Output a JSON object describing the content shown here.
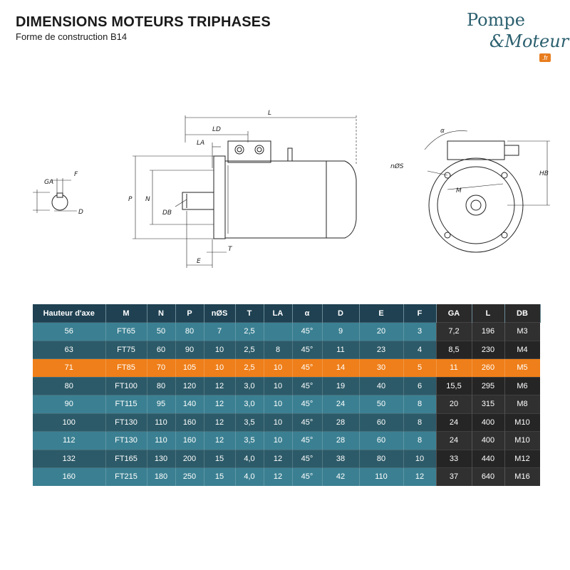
{
  "header": {
    "title": "DIMENSIONS MOTEURS TRIPHASES",
    "subtitle": "Forme de construction B14"
  },
  "logo": {
    "line1": "Pompe",
    "line2": "&Moteur",
    "suffix": ".fr"
  },
  "drawing_labels": {
    "ga": "GA",
    "f": "F",
    "d": "D",
    "l": "L",
    "ld": "LD",
    "la": "LA",
    "p": "P",
    "n": "N",
    "db": "DB",
    "t": "T",
    "e": "E",
    "alpha": "α",
    "nos": "nØS",
    "hb": "HB",
    "m": "M"
  },
  "table": {
    "columns": [
      "Hauteur d'axe",
      "M",
      "N",
      "P",
      "nØS",
      "T",
      "LA",
      "α",
      "D",
      "E",
      "F",
      "GA",
      "L",
      "DB"
    ],
    "dark_from_index": 11,
    "highlight_row": 2,
    "rows": [
      [
        "56",
        "FT65",
        "50",
        "80",
        "7",
        "2,5",
        "",
        "45°",
        "9",
        "20",
        "3",
        "7,2",
        "196",
        "M3"
      ],
      [
        "63",
        "FT75",
        "60",
        "90",
        "10",
        "2,5",
        "8",
        "45°",
        "11",
        "23",
        "4",
        "8,5",
        "230",
        "M4"
      ],
      [
        "71",
        "FT85",
        "70",
        "105",
        "10",
        "2,5",
        "10",
        "45°",
        "14",
        "30",
        "5",
        "11",
        "260",
        "M5"
      ],
      [
        "80",
        "FT100",
        "80",
        "120",
        "12",
        "3,0",
        "10",
        "45°",
        "19",
        "40",
        "6",
        "15,5",
        "295",
        "M6"
      ],
      [
        "90",
        "FT115",
        "95",
        "140",
        "12",
        "3,0",
        "10",
        "45°",
        "24",
        "50",
        "8",
        "20",
        "315",
        "M8"
      ],
      [
        "100",
        "FT130",
        "110",
        "160",
        "12",
        "3,5",
        "10",
        "45°",
        "28",
        "60",
        "8",
        "24",
        "400",
        "M10"
      ],
      [
        "112",
        "FT130",
        "110",
        "160",
        "12",
        "3,5",
        "10",
        "45°",
        "28",
        "60",
        "8",
        "24",
        "400",
        "M10"
      ],
      [
        "132",
        "FT165",
        "130",
        "200",
        "15",
        "4,0",
        "12",
        "45°",
        "38",
        "80",
        "10",
        "33",
        "440",
        "M12"
      ],
      [
        "160",
        "FT215",
        "180",
        "250",
        "15",
        "4,0",
        "12",
        "45°",
        "42",
        "110",
        "12",
        "37",
        "640",
        "M16"
      ]
    ]
  },
  "colors": {
    "header_bg": "#1f4152",
    "row_light": "#3b8092",
    "row_dark": "#2c5a68",
    "highlight": "#ef7f1a",
    "dark_cols": "#2a2a2a",
    "brand": "#2b5f6e"
  }
}
